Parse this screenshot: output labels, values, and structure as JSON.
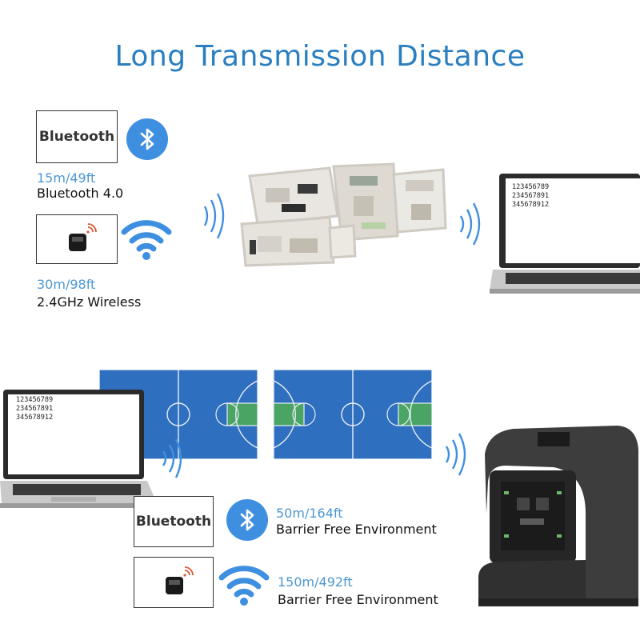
{
  "title": "Long Transmission Distance",
  "top": {
    "bluetooth": {
      "label": "Bluetooth",
      "distance": "15m/49ft",
      "name": "Bluetooth 4.0"
    },
    "wireless": {
      "distance": "30m/98ft",
      "name": "2.4GHz Wireless"
    },
    "laptop_lines": [
      "123456789",
      "234567891",
      "345678912"
    ]
  },
  "bottom": {
    "bluetooth": {
      "label": "Bluetooth",
      "distance": "50m/164ft",
      "name": "Barrier Free Environment"
    },
    "wireless": {
      "distance": "150m/492ft",
      "name": "Barrier Free Environment"
    },
    "laptop_lines": [
      "123456789",
      "234567891",
      "345678912"
    ]
  },
  "colors": {
    "title": "#2a7fc1",
    "accent": "#3f8fe0",
    "distance": "#4d97d3",
    "court": "#2f6fbf",
    "paint": "#4aa565"
  },
  "icons": [
    "bluetooth-icon",
    "wifi-icon",
    "usb-dongle-icon",
    "signal-waves-icon",
    "laptop-icon",
    "floorplan-image",
    "basketball-court-image",
    "barcode-scanner-image"
  ]
}
